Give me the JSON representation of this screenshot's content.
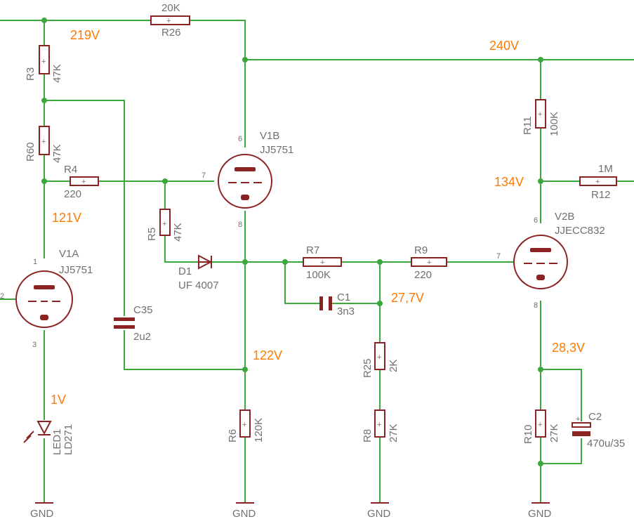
{
  "voltages": {
    "v219": "219V",
    "v240": "240V",
    "v121": "121V",
    "v134": "134V",
    "v122": "122V",
    "v27_7": "27,7V",
    "v28_3": "28,3V",
    "v1": "1V"
  },
  "resistors": {
    "r26": {
      "name": "R26",
      "value": "20K"
    },
    "r3": {
      "name": "R3",
      "value": "47K"
    },
    "r60": {
      "name": "R60",
      "value": "47K"
    },
    "r4": {
      "name": "R4",
      "value": "220"
    },
    "r5": {
      "name": "R5",
      "value": "47K"
    },
    "r7": {
      "name": "R7",
      "value": "100K"
    },
    "r9": {
      "name": "R9",
      "value": "220"
    },
    "r11": {
      "name": "R11",
      "value": "100K"
    },
    "r12": {
      "name": "R12",
      "value": "1M"
    },
    "r25": {
      "name": "R25",
      "value": "2K"
    },
    "r8": {
      "name": "R8",
      "value": "27K"
    },
    "r6": {
      "name": "R6",
      "value": "120K"
    },
    "r10": {
      "name": "R10",
      "value": "27K"
    }
  },
  "capacitors": {
    "c1": {
      "name": "C1",
      "value": "3n3"
    },
    "c35": {
      "name": "C35",
      "value": "2u2"
    },
    "c2": {
      "name": "C2",
      "value": "470u/35"
    }
  },
  "tubes": {
    "v1a": {
      "name": "V1A",
      "type": "JJ5751"
    },
    "v1b": {
      "name": "V1B",
      "type": "JJ5751"
    },
    "v2b": {
      "name": "V2B",
      "type": "JJECC832"
    }
  },
  "diodes": {
    "d1": {
      "name": "D1",
      "type": "UF 4007"
    },
    "led1": {
      "name": "LED1",
      "type": "LD271"
    }
  },
  "gnd_label": "GND",
  "pins": {
    "p1": "1",
    "p2": "2",
    "p3": "3",
    "p6": "6",
    "p7": "7",
    "p8": "8"
  },
  "colors": {
    "wire": "#3aa83a",
    "component": "#8b2323",
    "label": "#707070",
    "voltage": "#ff7a00"
  }
}
